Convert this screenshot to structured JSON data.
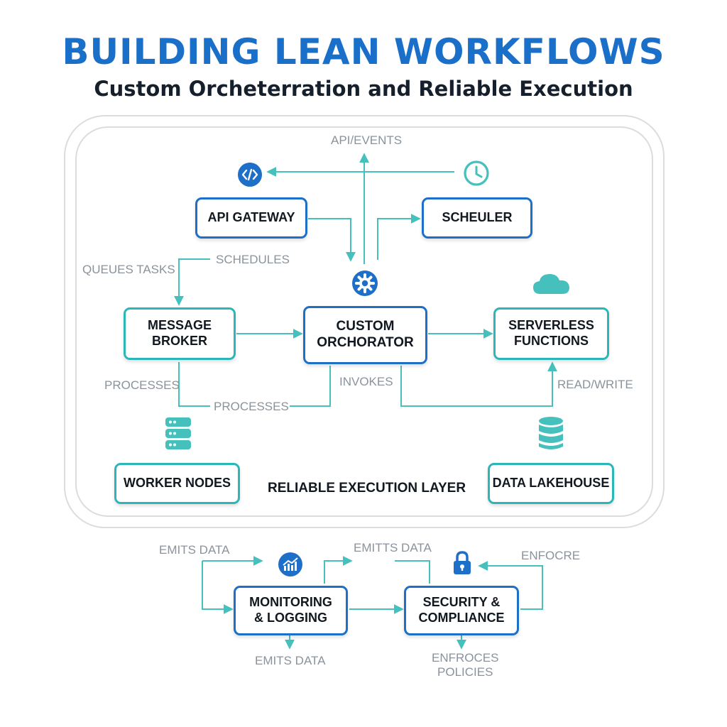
{
  "title": "BUILDING LEAN WORKFLOWS",
  "subtitle": "Custom Orcheterration and Reliable Execution",
  "nodes": {
    "api_gateway": "API GATEWAY",
    "scheduler": "SCHEULER",
    "message_broker": "MESSAGE\nBROKER",
    "custom_orchestrator": "CUSTOM\nORCHORATOR",
    "serverless_functions": "SERVERLESS\nFUNCTIONS",
    "worker_nodes": "WORKER NODES",
    "data_lakehouse": "DATA LAKEHOUSE",
    "monitoring_logging": "MONITORING\n& LOGGING",
    "security_compliance": "SECURITY &\nCOMPLIANCE"
  },
  "labels": {
    "api_events": "API/EVENTS",
    "queues_tasks": "QUEUES TASKS",
    "schedules": "SCHEDULES",
    "processes_left": "PROCESSES",
    "processes_bottom": "PROCESSES",
    "invokes": "INVOKES",
    "read_write": "READ/WRITE",
    "execution_layer": "RELIABLE EXECUTION LAYER",
    "emits_data_left": "EMITS DATA",
    "emits_data_mid": "EMITTS DATA",
    "emits_data_bottom": "EMITS DATA",
    "enforce": "ENFOCRE",
    "enforces_policies": "ENFROCES\nPOLICIES"
  },
  "icons": {
    "code": "code-icon",
    "clock": "clock-icon",
    "gear": "gear-icon",
    "cloud": "cloud-icon",
    "database_left": "database-icon",
    "database_right": "database-icon",
    "chart": "chart-icon",
    "lock": "lock-icon"
  },
  "colors": {
    "title": "#1a6fc9",
    "blue_border": "#1e6fc7",
    "teal_border": "#2bb6b9",
    "connector": "#45c0bd",
    "label_gray": "#8a939c"
  }
}
